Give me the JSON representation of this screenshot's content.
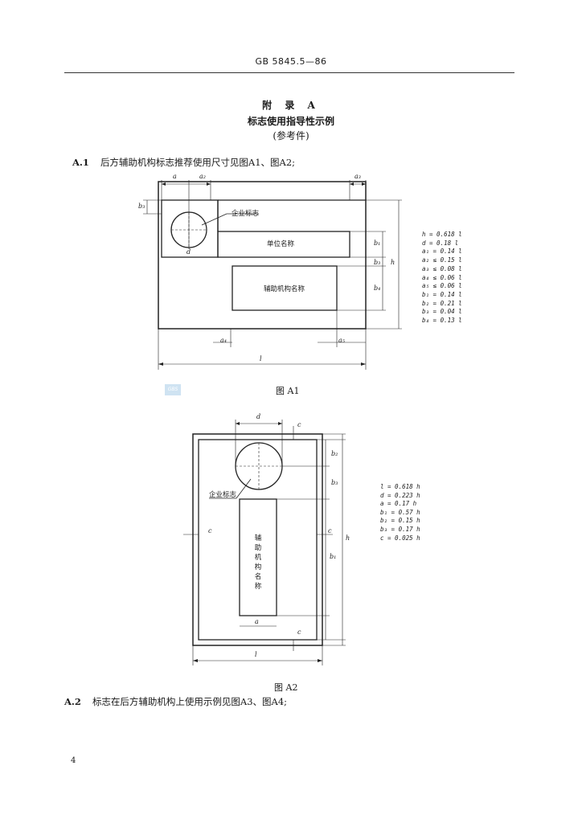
{
  "header": {
    "code": "GB 5845.5—86"
  },
  "appendix": {
    "title": "附 录 A",
    "subtitle": "标志使用指导性示例",
    "note": "(参考件)"
  },
  "section1": {
    "num": "A.1",
    "text": "后方辅助机构标志推荐使用尺寸见图A1、图A2;"
  },
  "section2": {
    "num": "A.2",
    "text": "标志在后方辅助机构上使用示例见图A3、图A4;"
  },
  "figA1": {
    "caption": "图 A1",
    "label_logo": "企业标志",
    "label_unit": "单位名称",
    "label_aux": "辅助机构名称",
    "dims": {
      "a": "a",
      "a2": "a₂",
      "a3": "a₃",
      "a4": "a₄",
      "a5": "a₅",
      "b1": "b₁",
      "b2": "b₂",
      "b3": "b₃",
      "b4": "b₄",
      "h": "h",
      "d": "d",
      "l": "l"
    },
    "formulas": [
      "h = 0.618 l",
      "d = 0.18 l",
      "a₁ = 0.14 l",
      "a₂ ≤ 0.15 l",
      "a₃ ≤ 0.08 l",
      "a₄ ≤ 0.06 l",
      "a₅ ≤ 0.06 l",
      "b₁ = 0.14 l",
      "b₂ = 0.21 l",
      "b₃ = 0.04 l",
      "b₄ = 0.13 l"
    ]
  },
  "figA2": {
    "caption": "图 A2",
    "label_logo": "企业标志",
    "label_aux_vertical": [
      "辅",
      "助",
      "机",
      "构",
      "名",
      "称"
    ],
    "dims": {
      "d": "d",
      "c": "c",
      "a": "a",
      "b1": "b₁",
      "b2": "b₂",
      "b3": "b₃",
      "h": "h",
      "l": "l"
    },
    "formulas": [
      "l = 0.618 h",
      "d = 0.223 h",
      "a = 0.17 h",
      "b₁ = 0.57 h",
      "b₂ = 0.15 h",
      "b₃ = 0.17 h",
      "c = 0.025 h"
    ]
  },
  "page_number": "4",
  "watermark": "GBS"
}
